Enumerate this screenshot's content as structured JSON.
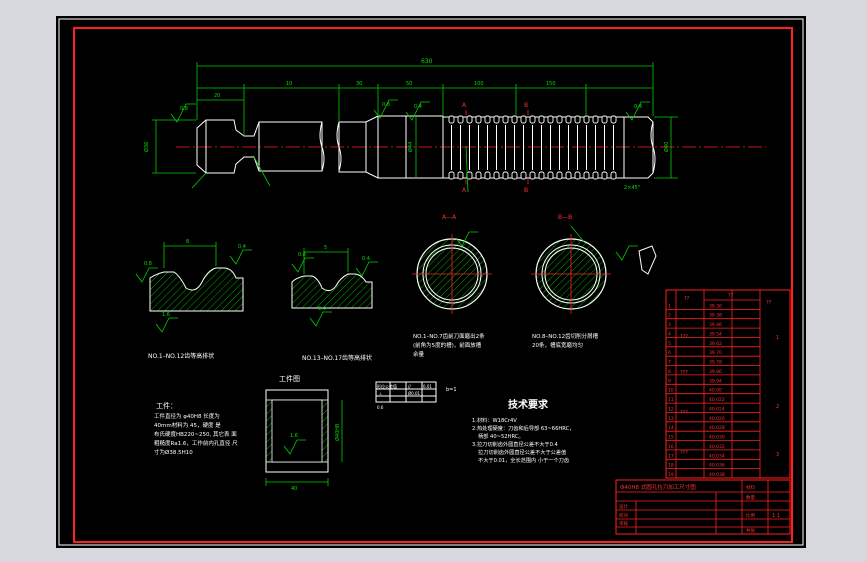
{
  "dimensions": {
    "overall_length": "630",
    "d_left": "Ø36",
    "d_mid": "Ø44",
    "d_right": "Ø40",
    "chamfer": "2×45°",
    "seg_a": "10",
    "seg_b": "20",
    "seg_c": "30",
    "seg_d": "50",
    "seg_e": "100",
    "seg_f": "150",
    "r1": "0.8",
    "r2": "0.4",
    "r3": "1.6",
    "dim_detail_left": "8",
    "dim_detail_right": "5"
  },
  "section_labels": {
    "a": "A",
    "b": "B",
    "aa": "A—A",
    "bb": "B—B"
  },
  "captions": {
    "detail_left": "NO.1–NO.12齿等高排状",
    "detail_right": "NO.13–NO.17齿等高排状",
    "aa_note_1": "NO.1–NO.7齿前刀面磨出2条",
    "aa_note_2": "(前角为5度的槽)，前面放槽",
    "aa_note_3": "余量",
    "bb_note_1": "NO.8–NO.12齿切削分屑槽",
    "bb_note_2": "20条，槽底宽磨均匀"
  },
  "workpiece": {
    "heading": "工件图",
    "label": "工件：",
    "line_1": "工件直径为 φ40H8 长度为",
    "line_2": "40mm材料为 45，硬度 是",
    "line_3": "布氏硬度HB220~250, 其它表 面",
    "line_4": "粗糙度Ra1.6，工作前内孔直径 尺",
    "line_5": "寸为Ø38.5H10",
    "height_dim": "Ø40H8",
    "width_dim": "40"
  },
  "gd_table": {
    "h1": "形位公差",
    "h2": "值",
    "c1": "//",
    "c2": "0.01",
    "r1a": "⊥",
    "r1b": "Ø0.01",
    "r2a": "0.6",
    "note": "b=1"
  },
  "tech_req": {
    "title": "技术要求",
    "item_1": "1.材料：W18Cr4V",
    "item_2": "2.热处理硬度：刀齿和后导部 63~66HRC，",
    "item_3": "柄部 40~52HRC。",
    "item_4": "3.拉刀切削齿外圆直径公差不大于0.4",
    "item_5": "拉刀切削齿外圆直径公差不大于公差值",
    "item_6": "不大于0.01，全长范围内 小于一个刀齿"
  },
  "tooth_table": {
    "header_1": "??",
    "header_2": "??",
    "header_3": "??",
    "group_1": "???",
    "group_2": "???",
    "group_3": "???",
    "group_4": "???",
    "side_1": "1",
    "side_2": "2",
    "side_3": "3",
    "values": [
      "39.30",
      "39.38",
      "39.46",
      "39.54",
      "39.62",
      "39.70",
      "39.78",
      "39.86",
      "39.94",
      "40.00",
      "40.022",
      "40.024",
      "40.026",
      "40.028",
      "40.030",
      "40.032",
      "40.034",
      "40.036",
      "40.038"
    ]
  },
  "title_block": {
    "title": "Φ40H8 式圆孔拉刀加工尺寸图",
    "designer": "设计",
    "checker": "校对",
    "approver": "审核",
    "scale": "比例",
    "scale_value": "1:1",
    "sheet": "共张",
    "material": "材料",
    "quantity": "数量"
  },
  "colors": {
    "background": "#000000",
    "frame": "#ff2020",
    "outline": "#ffffff",
    "dimension": "#00d000",
    "hatch": "#00d000",
    "centerline": "#ff2020"
  }
}
